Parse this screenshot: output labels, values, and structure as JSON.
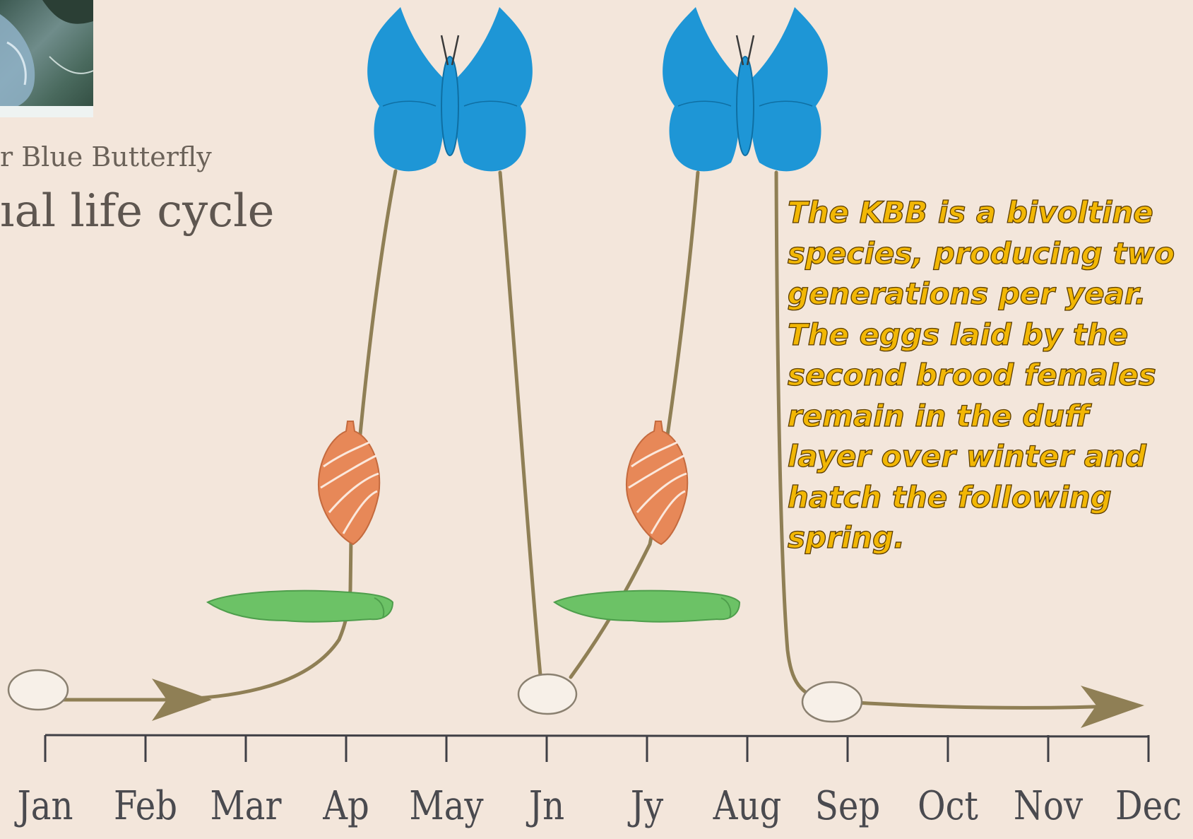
{
  "title": {
    "line1": "r Blue Butterfly",
    "line2": "ıal life cycle"
  },
  "callout_text": "The KBB is a bivoltine\nspecies, producing two\ngenerations per year.\nThe eggs laid by the\nsecond brood females\nremain in the duff\nlayer over winter and\nhatch the following\nspring.",
  "timeline": {
    "months": [
      "Jan",
      "Feb",
      "Mar",
      "Ap",
      "May",
      "Jn",
      "Jy",
      "Aug",
      "Sep",
      "Oct",
      "Nov",
      "Dec"
    ]
  },
  "stages": [
    "egg",
    "larva",
    "pupa",
    "adult"
  ],
  "colors": {
    "background": "#f3e6db",
    "butterfly": "#1e96d6",
    "pupa": "#e78858",
    "larva": "#6cc266",
    "path": "#8f7f55",
    "egg": "#f7f0e8",
    "callout_text": "#f2b705",
    "axis": "#3f3f45"
  },
  "icons": [
    "butterfly-icon",
    "pupa-icon",
    "larva-icon",
    "egg-icon",
    "arrowhead-icon"
  ]
}
